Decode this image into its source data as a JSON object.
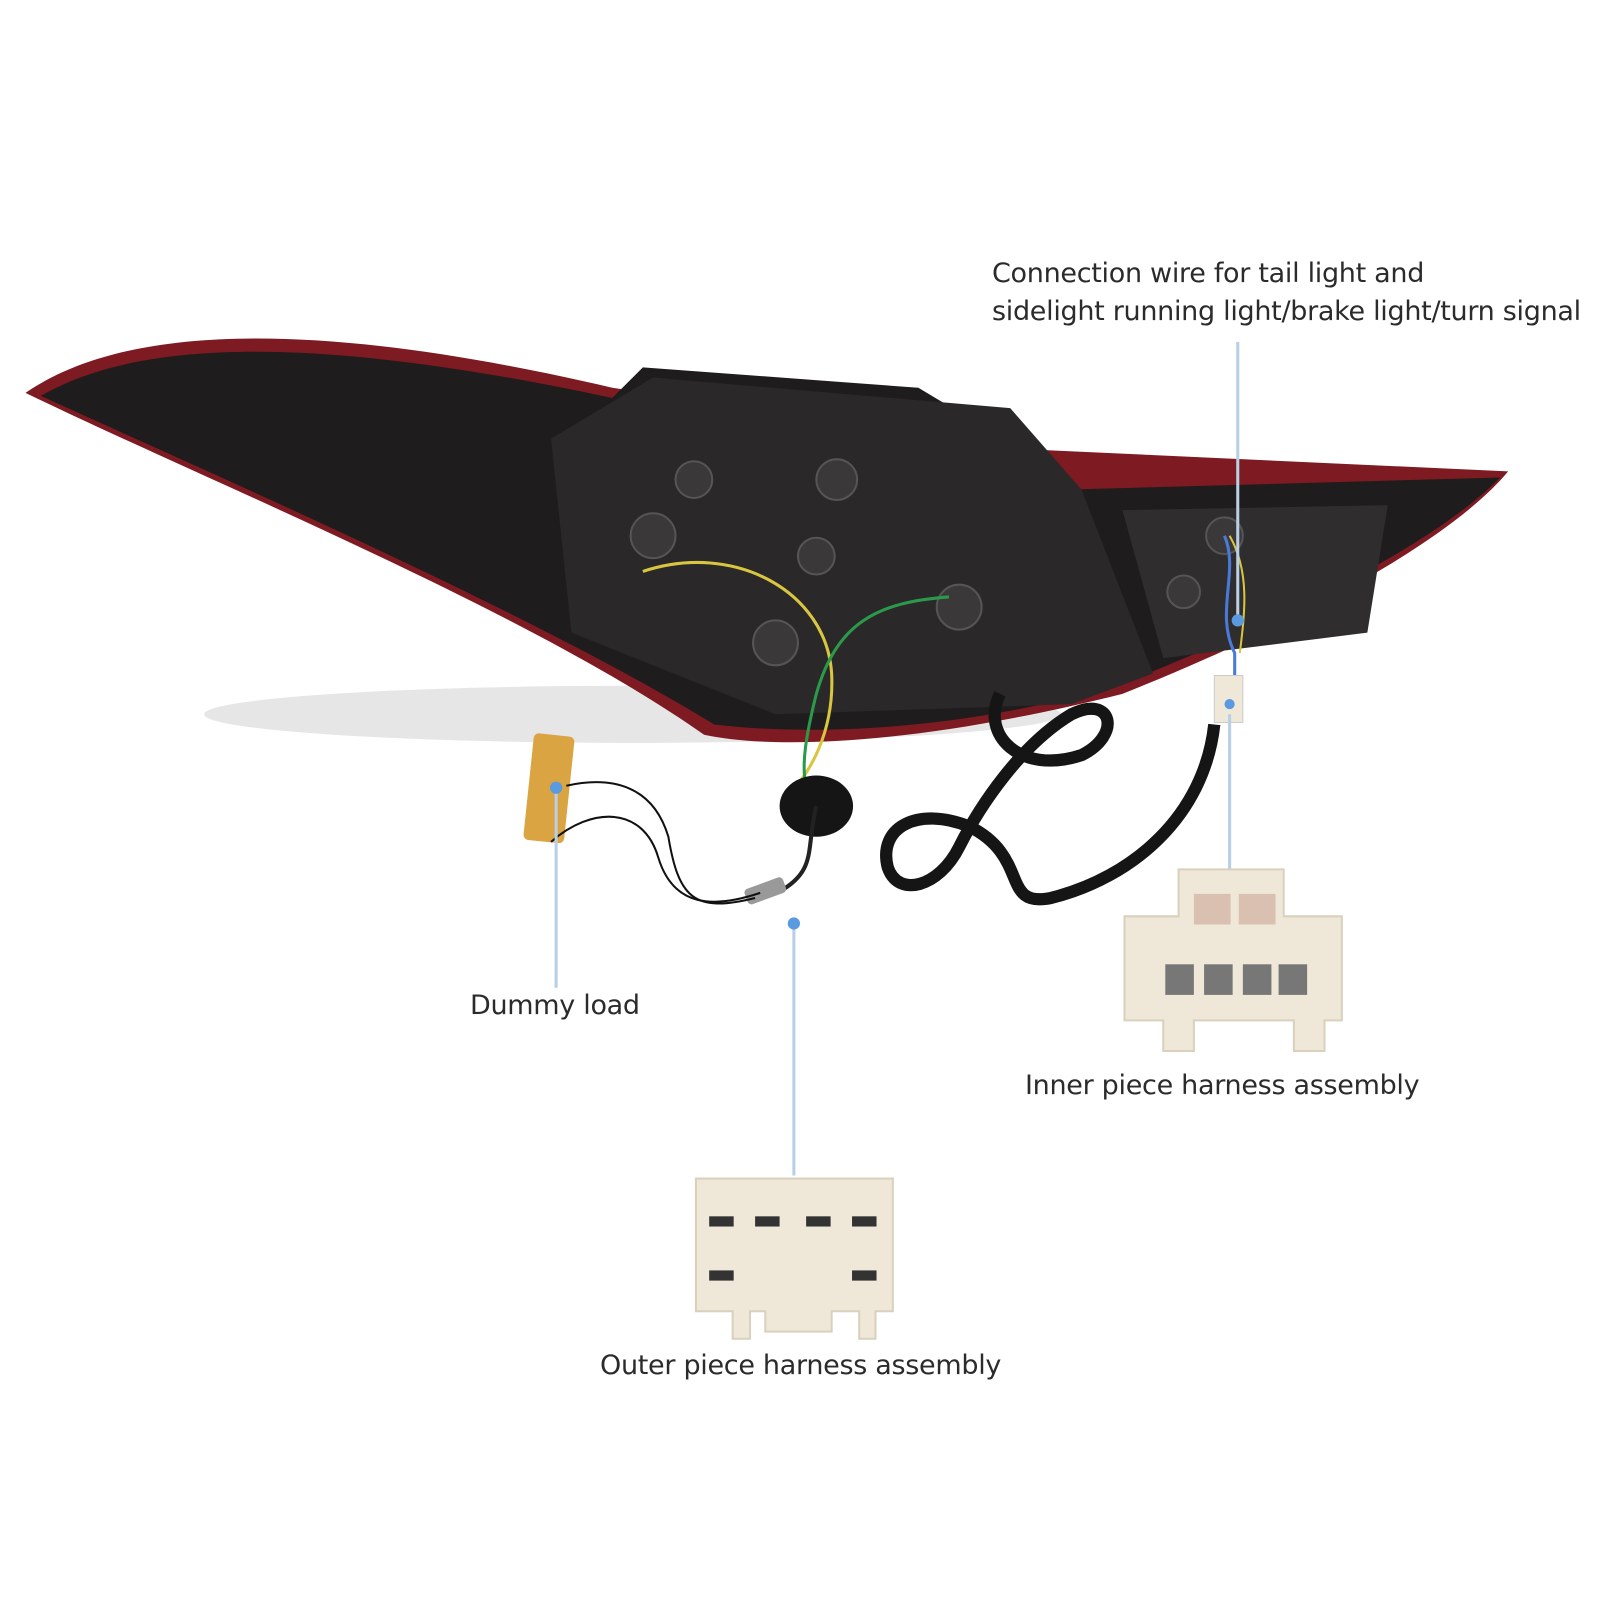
{
  "callouts": {
    "connection_wire": {
      "line1": "Connection wire for tail light and",
      "line2": "sidelight running light/brake light/turn signal"
    },
    "dummy_load": "Dummy load",
    "inner_harness": "Inner piece harness assembly",
    "outer_harness": "Outer piece harness assembly"
  },
  "colors": {
    "housing": "#1e1c1d",
    "rim_red": "#8a1c24",
    "callout_line": "#b8cfe6",
    "callout_dot": "#5a9ae0",
    "connector": "#efe8d8",
    "resistor": "#d9a441"
  }
}
